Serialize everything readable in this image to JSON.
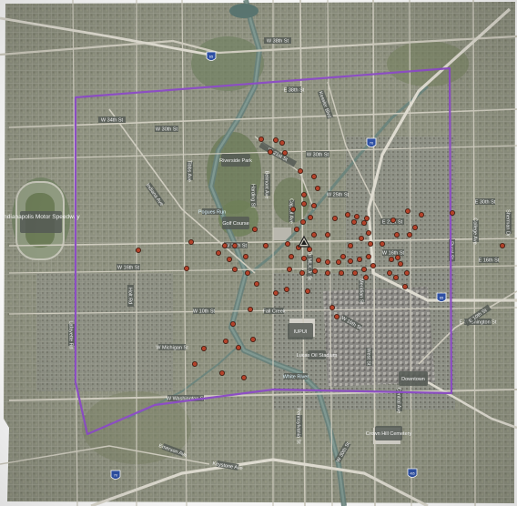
{
  "map": {
    "boundary_color": "#8c4ec4",
    "site_color": "#b3422a",
    "site_outline": "#3c1a10",
    "imagery_base": "#8c8f7c",
    "water_color": "#6e8a85",
    "road_color": "#c9c6bb",
    "site_count_approx": 100
  },
  "labels": {
    "w38th": "W 38th St",
    "w30th_a": "W 30th St",
    "w30th_b": "W 30th St",
    "w30th_c": "W 30th St",
    "w25th": "W 25th St",
    "w16th_a": "W 16th St",
    "w16th_b": "W 16th St",
    "w16th_c": "W 16th St",
    "w16th_d": "W 16th St",
    "w10th": "W 10th St",
    "w21st": "W 21st St",
    "e21st": "E 21st St",
    "w34th": "W 34th St",
    "w_michigan": "W Michigan St",
    "w_washington": "W Washington St",
    "e_washington": "E Washington St",
    "e10th": "E 10th St",
    "e16th": "E 16th St",
    "e_30th": "E 30th St",
    "e_38th": "E 38th St",
    "fall_creek": "Fall Creek",
    "white_river": "White River",
    "pogues_run": "Pogues Run",
    "riverside": "Riverside Park",
    "golf": "Golf Course",
    "speedway": "Indianapolis Motor Speedway",
    "downtown": "Downtown",
    "lucas": "Lucas Oil Stadium",
    "cemetery": "Crown Hill Cemetery",
    "campus": "IUPUI",
    "i65": "65",
    "i70": "70",
    "i65b": "65",
    "i70b": "70",
    "i465": "465",
    "central_ave": "Central Ave",
    "capitol_ave": "Capitol Ave",
    "mlk": "Dr MLK Jr St",
    "meridian": "Meridian St",
    "college": "College Ave",
    "harding": "Harding St",
    "tibbs": "Tibbs Ave",
    "belmont": "Belmont Ave",
    "kessler": "Kessler Blvd",
    "sherman": "Sherman Dr",
    "emerson": "Emerson Ave",
    "keystone": "Keystone Ave",
    "rural": "Rural St",
    "west_st": "West St",
    "penn": "Pennsylvania St",
    "indiana_ave": "Indiana Ave",
    "holt": "Holt Rd",
    "lafayette": "Lafayette Rd"
  }
}
